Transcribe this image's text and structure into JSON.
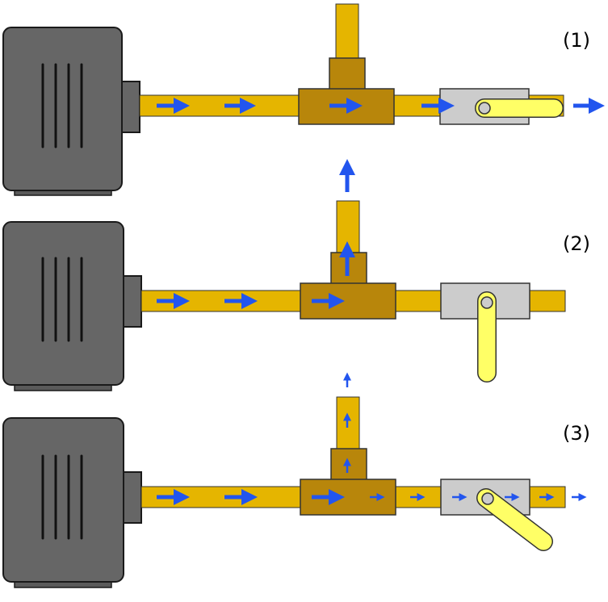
{
  "colors": {
    "motor_body": "#666666",
    "motor_outline": "#1a1a1a",
    "motor_slots": "#111111",
    "pipe": "#e5b500",
    "tee_fitting": "#b8860b",
    "valve_body": "#cccccc",
    "valve_handle": "#ffff66",
    "flow_arrow": "#2255ee"
  },
  "stages": [
    {
      "label": "(1)",
      "state": "valve open, flow passes straight through"
    },
    {
      "label": "(2)",
      "state": "valve closed, flow diverted up the branch"
    },
    {
      "label": "(3)",
      "state": "valve partly open, flow split between branch and outlet"
    }
  ]
}
